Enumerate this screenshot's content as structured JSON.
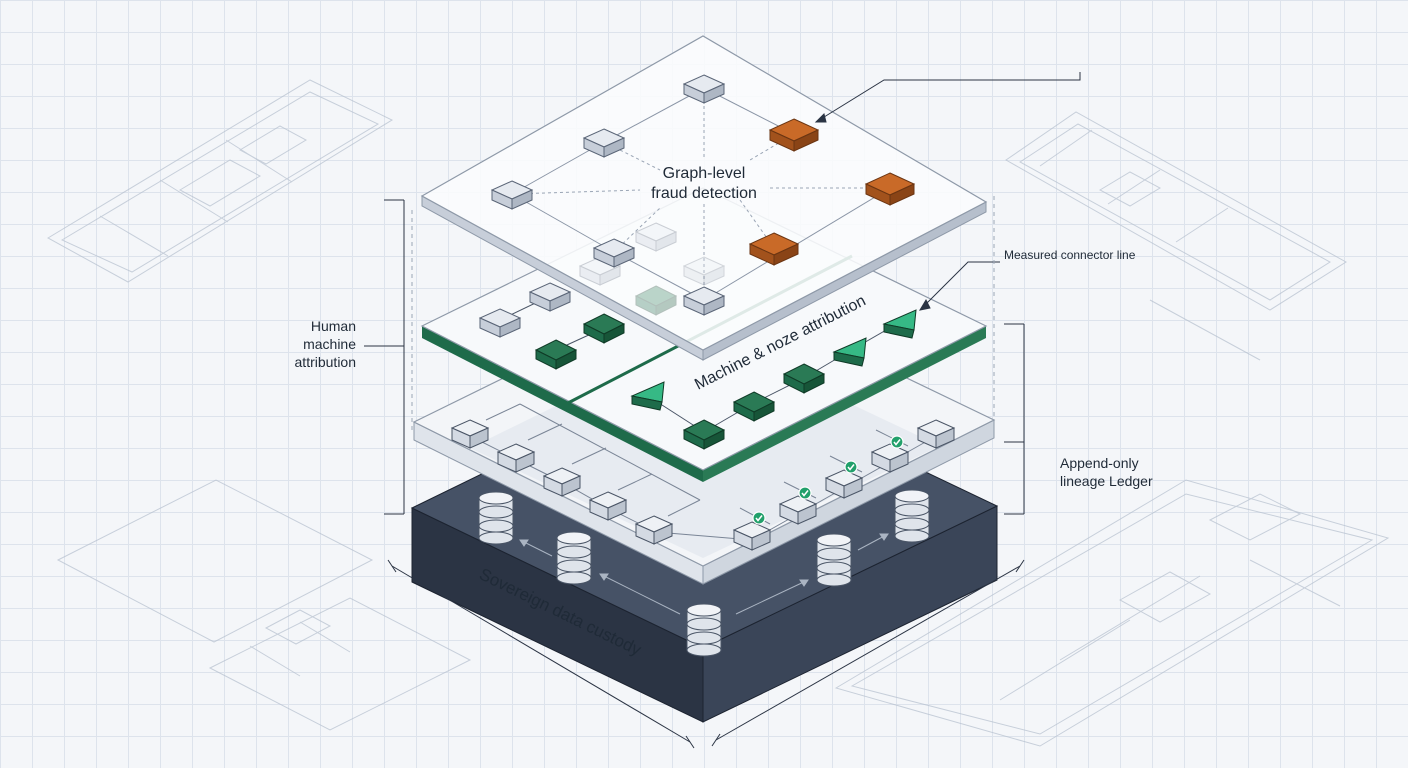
{
  "labels": {
    "graph_fraud_line1": "Graph-level",
    "graph_fraud_line2": "fraud detection",
    "measured_connector": "Measured connector line",
    "human_attr_line1": "Human",
    "human_attr_line2": "machine",
    "human_attr_line3": "attribution",
    "machine_attr": "Machine & noze attribution",
    "ledger_line1": "Append-only",
    "ledger_line2": "lineage Ledger",
    "sovereign": "Sovereign data custody"
  },
  "colors": {
    "background": "#f4f6f9",
    "grid": "#dde3ec",
    "base_block": "#3a4558",
    "base_block_dark": "#2b3444",
    "panel": "#fbfcfd",
    "panel_edge": "#c4ccd8",
    "green_accent": "#1e6b4a",
    "green_bright": "#2eaa78",
    "orange_node": "#b85c1f",
    "gray_node": "#d7dde6",
    "check": "#22a06b"
  },
  "icons": [
    "database-cylinder-icon",
    "check-circle-icon",
    "block-node-icon"
  ]
}
